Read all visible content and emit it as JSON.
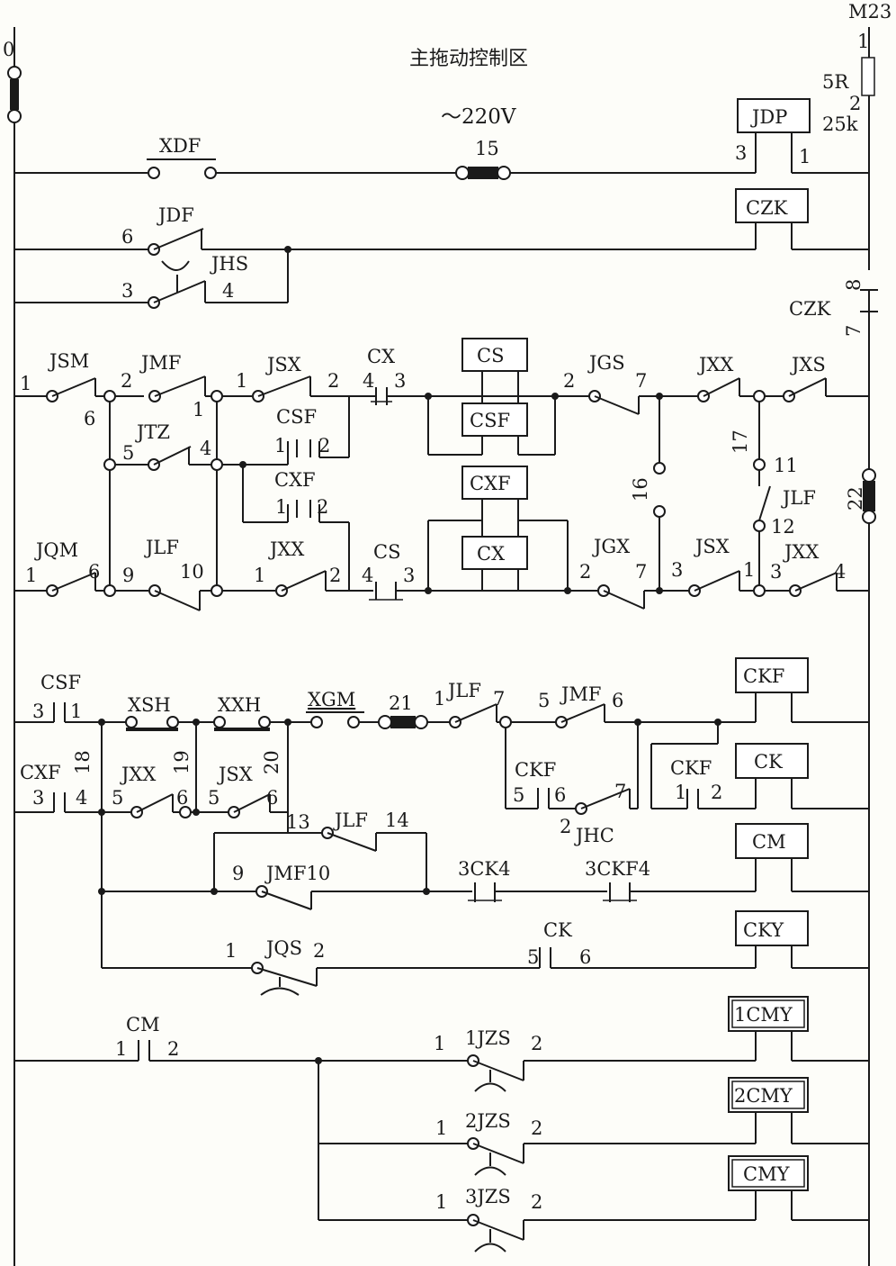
{
  "title": "主拖动控制区",
  "voltage": "～220V",
  "lines": {
    "left": "0",
    "right": "M23"
  },
  "fuse": {
    "pin_top": "1",
    "name": "5R",
    "pin_bottom": "2",
    "rating": "25k"
  },
  "resistors": [
    {
      "id": "15",
      "label": "15"
    },
    {
      "id": "21",
      "label": "21"
    },
    {
      "id": "22",
      "label": "22"
    }
  ],
  "coils": [
    {
      "id": "JDP",
      "label": "JDP",
      "pin_left": "3",
      "pin_right": "1"
    },
    {
      "id": "CZK",
      "label": "CZK"
    },
    {
      "id": "CS",
      "label": "CS"
    },
    {
      "id": "CSF_coil",
      "label": "CSF"
    },
    {
      "id": "CXF_coil",
      "label": "CXF"
    },
    {
      "id": "CX_coil",
      "label": "CX"
    },
    {
      "id": "CKF_coil",
      "label": "CKF"
    },
    {
      "id": "CK_coil",
      "label": "CK"
    },
    {
      "id": "CM_coil",
      "label": "CM"
    },
    {
      "id": "CKY",
      "label": "CKY"
    },
    {
      "id": "1CMY",
      "label": "1CMY"
    },
    {
      "id": "2CMY",
      "label": "2CMY"
    },
    {
      "id": "CMY",
      "label": "CMY"
    }
  ],
  "labels": [
    {
      "id": "xdf",
      "text": "XDF"
    },
    {
      "id": "jdf",
      "text": "JDF"
    },
    {
      "id": "jdf_6",
      "text": "6"
    },
    {
      "id": "jhs",
      "text": "JHS"
    },
    {
      "id": "jhs_3",
      "text": "3"
    },
    {
      "id": "jhs_4",
      "text": "4"
    },
    {
      "id": "czk_contact",
      "text": "CZK"
    },
    {
      "id": "czk_8",
      "text": "8"
    },
    {
      "id": "czk_7",
      "text": "7"
    },
    {
      "id": "jsm",
      "text": "JSM"
    },
    {
      "id": "jsm_1",
      "text": "1"
    },
    {
      "id": "jsm_6",
      "text": "6"
    },
    {
      "id": "jmf_a",
      "text": "JMF"
    },
    {
      "id": "jmf_a_2",
      "text": "2"
    },
    {
      "id": "jmf_a_1",
      "text": "1"
    },
    {
      "id": "jsx_a",
      "text": "JSX"
    },
    {
      "id": "jsx_a_1",
      "text": "1"
    },
    {
      "id": "jsx_a_2",
      "text": "2"
    },
    {
      "id": "cx_top",
      "text": "CX"
    },
    {
      "id": "cx_top_4",
      "text": "4"
    },
    {
      "id": "cx_top_3",
      "text": "3"
    },
    {
      "id": "jgs",
      "text": "JGS"
    },
    {
      "id": "jgs_2",
      "text": "2"
    },
    {
      "id": "jgs_7",
      "text": "7"
    },
    {
      "id": "jxx_a",
      "text": "JXX"
    },
    {
      "id": "jxs",
      "text": "JXS"
    },
    {
      "id": "jtz",
      "text": "JTZ"
    },
    {
      "id": "jtz_5",
      "text": "5"
    },
    {
      "id": "jtz_4",
      "text": "4"
    },
    {
      "id": "csf_a",
      "text": "CSF"
    },
    {
      "id": "csf_a_1",
      "text": "1"
    },
    {
      "id": "csf_a_2",
      "text": "2"
    },
    {
      "id": "cxf_a",
      "text": "CXF"
    },
    {
      "id": "cxf_a_1",
      "text": "1"
    },
    {
      "id": "cxf_a_2",
      "text": "2"
    },
    {
      "id": "w16",
      "text": "16"
    },
    {
      "id": "w17",
      "text": "17"
    },
    {
      "id": "w11",
      "text": "11"
    },
    {
      "id": "jlf_b",
      "text": "JLF"
    },
    {
      "id": "w12",
      "text": "12"
    },
    {
      "id": "jqm",
      "text": "JQM"
    },
    {
      "id": "jqm_1",
      "text": "1"
    },
    {
      "id": "jqm_6",
      "text": "6"
    },
    {
      "id": "jlf_a",
      "text": "JLF"
    },
    {
      "id": "jlf_a_9",
      "text": "9"
    },
    {
      "id": "jlf_a_10",
      "text": "10"
    },
    {
      "id": "jxx_b",
      "text": "JXX"
    },
    {
      "id": "jxx_b_1",
      "text": "1"
    },
    {
      "id": "jxx_b_2",
      "text": "2"
    },
    {
      "id": "cs_bot",
      "text": "CS"
    },
    {
      "id": "cs_bot_4",
      "text": "4"
    },
    {
      "id": "cs_bot_3",
      "text": "3"
    },
    {
      "id": "jgx",
      "text": "JGX"
    },
    {
      "id": "jgx_2",
      "text": "2"
    },
    {
      "id": "jgx_7",
      "text": "7"
    },
    {
      "id": "jsx_b",
      "text": "JSX"
    },
    {
      "id": "jsx_b_3",
      "text": "3"
    },
    {
      "id": "jsx_b_1",
      "text": "1"
    },
    {
      "id": "jxx_c",
      "text": "JXX"
    },
    {
      "id": "jxx_c_3",
      "text": "3"
    },
    {
      "id": "jxx_c_4",
      "text": "4"
    },
    {
      "id": "csf_b",
      "text": "CSF"
    },
    {
      "id": "csf_b_3",
      "text": "3"
    },
    {
      "id": "csf_b_1",
      "text": "1"
    },
    {
      "id": "xsh",
      "text": "XSH"
    },
    {
      "id": "xxh",
      "text": "XXH"
    },
    {
      "id": "xgm",
      "text": "XGM"
    },
    {
      "id": "jlf_c_1",
      "text": "1"
    },
    {
      "id": "jlf_c",
      "text": "JLF"
    },
    {
      "id": "jlf_c_7",
      "text": "7"
    },
    {
      "id": "jmf_b_5",
      "text": "5"
    },
    {
      "id": "jmf_b",
      "text": "JMF"
    },
    {
      "id": "jmf_b_6",
      "text": "6"
    },
    {
      "id": "cxf_b",
      "text": "CXF"
    },
    {
      "id": "cxf_b_3",
      "text": "3"
    },
    {
      "id": "cxf_b_4",
      "text": "4"
    },
    {
      "id": "w18",
      "text": "18"
    },
    {
      "id": "jxx_d",
      "text": "JXX"
    },
    {
      "id": "jxx_d_5",
      "text": "5"
    },
    {
      "id": "jxx_d_6",
      "text": "6"
    },
    {
      "id": "w19",
      "text": "19"
    },
    {
      "id": "jsx_c",
      "text": "JSX"
    },
    {
      "id": "jsx_c_5",
      "text": "5"
    },
    {
      "id": "jsx_c_6",
      "text": "6"
    },
    {
      "id": "w20",
      "text": "20"
    },
    {
      "id": "ckf_a",
      "text": "CKF"
    },
    {
      "id": "ckf_a_5",
      "text": "5"
    },
    {
      "id": "ckf_a_6",
      "text": "6"
    },
    {
      "id": "ckf_a_7",
      "text": "7"
    },
    {
      "id": "jhc_2",
      "text": "2"
    },
    {
      "id": "jhc",
      "text": "JHC"
    },
    {
      "id": "ckf_b",
      "text": "CKF"
    },
    {
      "id": "ckf_b_1",
      "text": "1"
    },
    {
      "id": "ckf_b_2",
      "text": "2"
    },
    {
      "id": "jlf_d_13",
      "text": "13"
    },
    {
      "id": "jlf_d",
      "text": "JLF"
    },
    {
      "id": "jlf_d_14",
      "text": "14"
    },
    {
      "id": "jmf_c_9",
      "text": "9"
    },
    {
      "id": "jmf_c",
      "text": "JMF10"
    },
    {
      "id": "ck3_4",
      "text": "3CK4"
    },
    {
      "id": "ckf3_4",
      "text": "3CKF4"
    },
    {
      "id": "jqs_1",
      "text": "1"
    },
    {
      "id": "jqs",
      "text": "JQS"
    },
    {
      "id": "jqs_2",
      "text": "2"
    },
    {
      "id": "ck_c",
      "text": "CK"
    },
    {
      "id": "ck_c_5",
      "text": "5"
    },
    {
      "id": "ck_c_6",
      "text": "6"
    },
    {
      "id": "cm_c",
      "text": "CM"
    },
    {
      "id": "cm_c_1",
      "text": "1"
    },
    {
      "id": "cm_c_2",
      "text": "2"
    },
    {
      "id": "jzs1_1",
      "text": "1"
    },
    {
      "id": "jzs1",
      "text": "1JZS"
    },
    {
      "id": "jzs1_2",
      "text": "2"
    },
    {
      "id": "jzs2_1",
      "text": "1"
    },
    {
      "id": "jzs2",
      "text": "2JZS"
    },
    {
      "id": "jzs2_2",
      "text": "2"
    },
    {
      "id": "jzs3_1",
      "text": "1"
    },
    {
      "id": "jzs3",
      "text": "3JZS"
    },
    {
      "id": "jzs3_2",
      "text": "2"
    }
  ]
}
